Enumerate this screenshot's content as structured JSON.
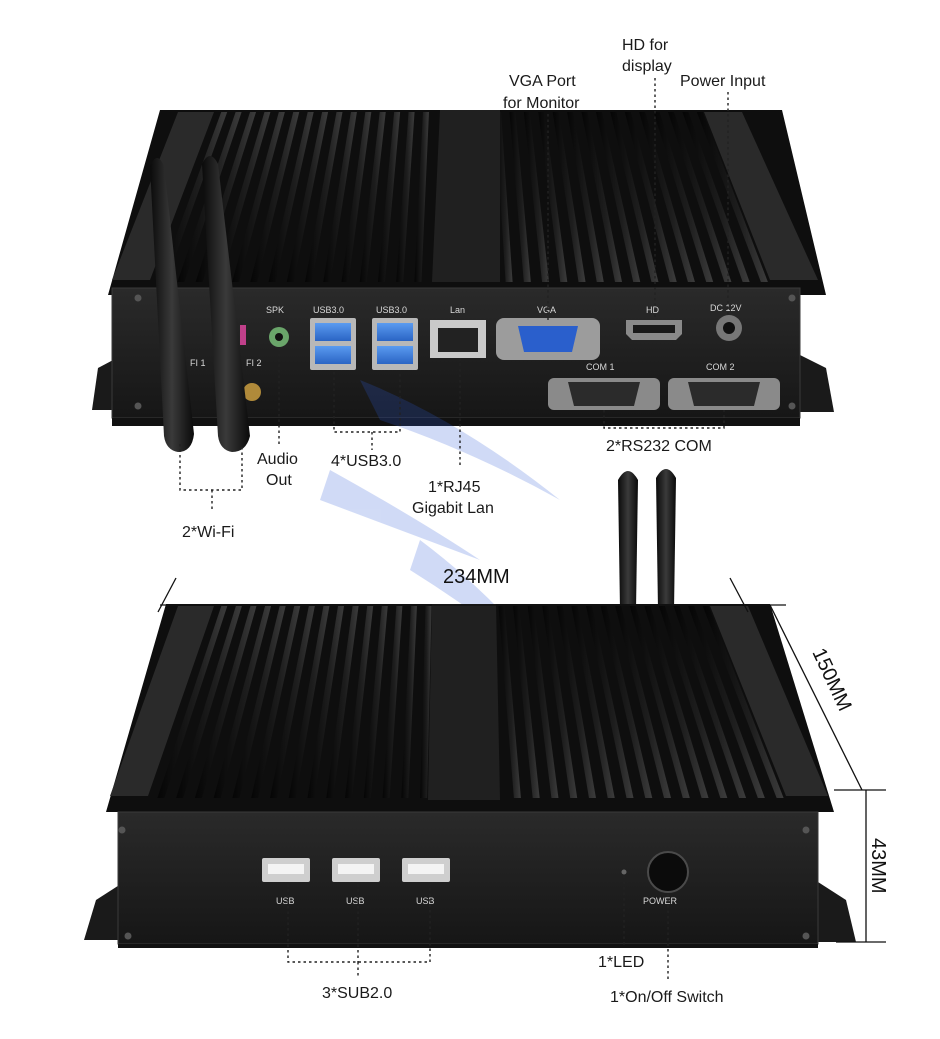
{
  "colors": {
    "chassis": "#1b1b1b",
    "fin": "#0c0c0c",
    "fin_highlight": "#3a3a3a",
    "panel": "#202020",
    "port_blue": "#3b7bd6",
    "watermark": "#2d5bd8"
  },
  "top_callouts": {
    "hd_for_display": [
      "HD for",
      "display"
    ],
    "vga_port": [
      "VGA Port",
      "for Monitor"
    ],
    "power_input": "Power Input",
    "audio_out": [
      "Audio",
      "Out"
    ],
    "usb30": "4*USB3.0",
    "rj45": [
      "1*RJ45",
      "Gigabit Lan"
    ],
    "rs232": "2*RS232 COM",
    "wifi": "2*Wi-Fi"
  },
  "rear_panel_labels": {
    "spk": "SPK",
    "usb30_a": "USB3.0",
    "usb30_b": "USB3.0",
    "lan": "Lan",
    "vga": "VGA",
    "hd": "HD",
    "dc": "DC 12V",
    "com1": "COM 1",
    "com2": "COM 2",
    "wifi1": "FI 1",
    "wifi2": "FI 2"
  },
  "front_panel_labels": {
    "usb_1": "USB",
    "usb_2": "USB",
    "usb_3": "USB",
    "power": "POWER"
  },
  "bottom_callouts": {
    "usb20": "3*SUB2.0",
    "led": "1*LED",
    "switch": "1*On/Off Switch"
  },
  "dimensions": {
    "width": "234MM",
    "depth": "150MM",
    "height": "43MM"
  }
}
